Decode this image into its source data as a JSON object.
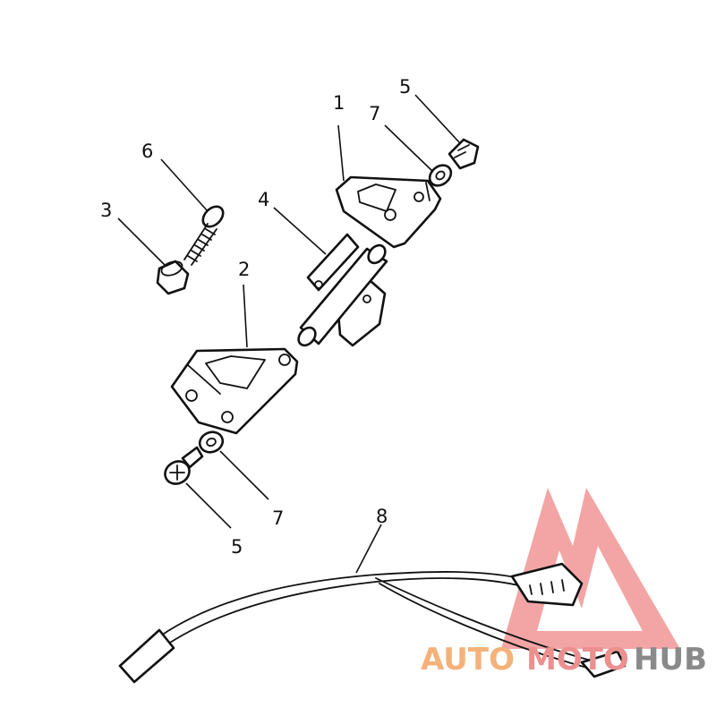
{
  "callouts": [
    "1",
    "2",
    "3",
    "4",
    "5",
    "6",
    "7",
    "7",
    "5",
    "8"
  ],
  "watermark": {
    "part1": "AUTO",
    "part2": "MOTO",
    "part3": "HUB",
    "colors": {
      "auto": "#f4b27a",
      "moto": "#ec8f8f",
      "hub": "#8a8a8a",
      "triangle": "#f08a8a"
    }
  }
}
